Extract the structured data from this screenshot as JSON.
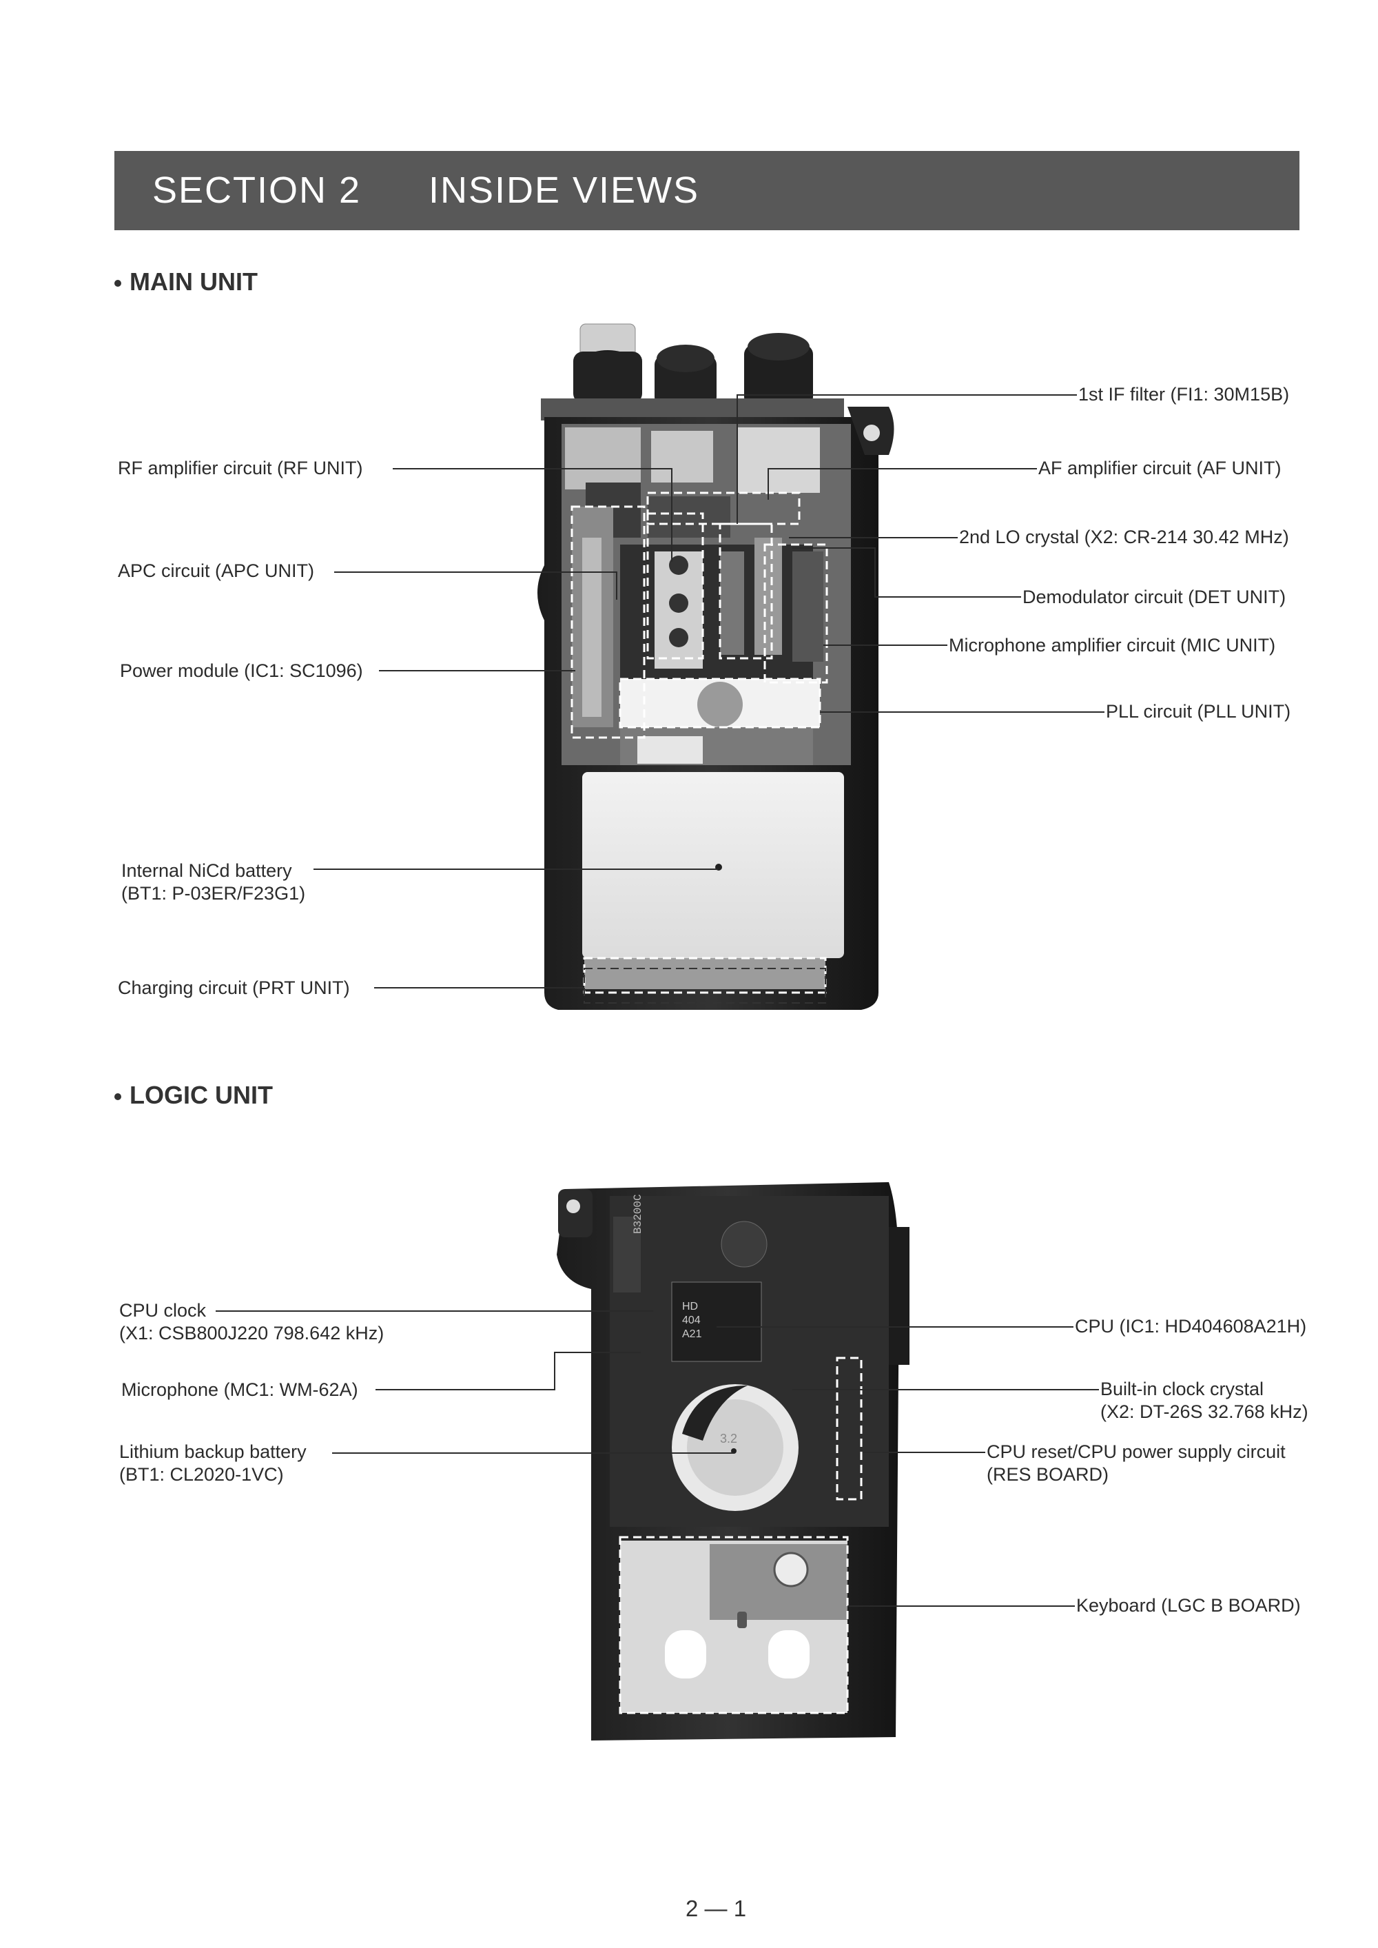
{
  "section": {
    "number": "SECTION 2",
    "title": "INSIDE VIEWS"
  },
  "main_unit": {
    "heading": "MAIN UNIT",
    "left_labels": [
      "RF amplifier circuit (RF UNIT)",
      "APC circuit (APC UNIT)",
      "Power module (IC1: SC1096)",
      "Internal NiCd battery",
      "(BT1: P-03ER/F23G1)",
      "Charging circuit (PRT UNIT)"
    ],
    "right_labels": [
      "1st IF filter (FI1: 30M15B)",
      "AF amplifier circuit (AF UNIT)",
      "2nd LO crystal (X2: CR-214 30.42 MHz)",
      "Demodulator circuit (DET UNIT)",
      "Microphone amplifier circuit (MIC UNIT)",
      "PLL circuit (PLL UNIT)"
    ]
  },
  "logic_unit": {
    "heading": "LOGIC UNIT",
    "left_labels": [
      "CPU clock",
      "(X1: CSB800J220  798.642 kHz)",
      "Microphone (MC1: WM-62A)",
      "Lithium backup battery",
      "(BT1: CL2020-1VC)"
    ],
    "right_labels": [
      "CPU (IC1: HD404608A21H)",
      "Built-in clock crystal",
      "(X2: DT-26S 32.768 kHz)",
      "CPU reset/CPU power supply circuit",
      "(RES BOARD)",
      "Keyboard (LGC B BOARD)"
    ],
    "board_marks": [
      "B3200C",
      "HD",
      "404",
      "A21",
      "3.2"
    ]
  },
  "page_number": "2 — 1"
}
